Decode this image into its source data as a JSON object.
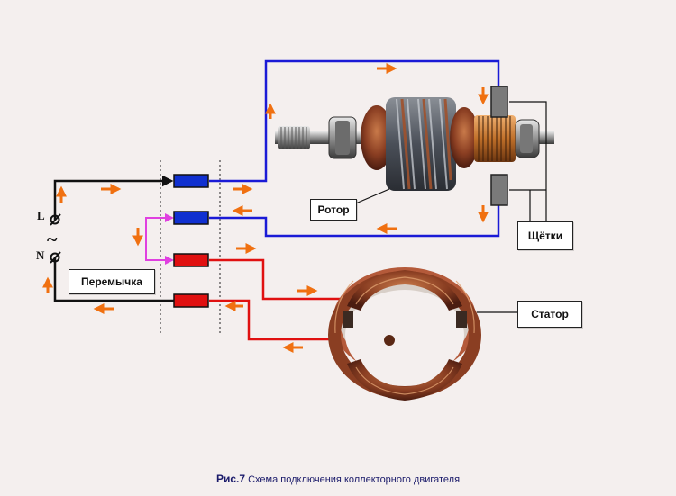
{
  "labels": {
    "rotor": "Ротор",
    "brushes": "Щётки",
    "jumper": "Перемычка",
    "stator": "Статор",
    "terminal_l": "L",
    "terminal_n": "N",
    "ac_symbol": "~"
  },
  "caption": {
    "figure": "Рис.7",
    "text": "Схема подключения коллекторного двигателя"
  },
  "colors": {
    "rotor_wire": "#1a1ad6",
    "stator_wire": "#e01010",
    "jumper_wire": "#e040e0",
    "mains_wire": "#111111",
    "arrow": "#f07010",
    "blue_terminal": "#1030d0",
    "red_terminal": "#e01010"
  },
  "icons": {
    "rotor": "armature-icon",
    "stator": "stator-icon",
    "brush": "carbon-brush-icon",
    "arrow": "current-direction-arrow-icon"
  }
}
